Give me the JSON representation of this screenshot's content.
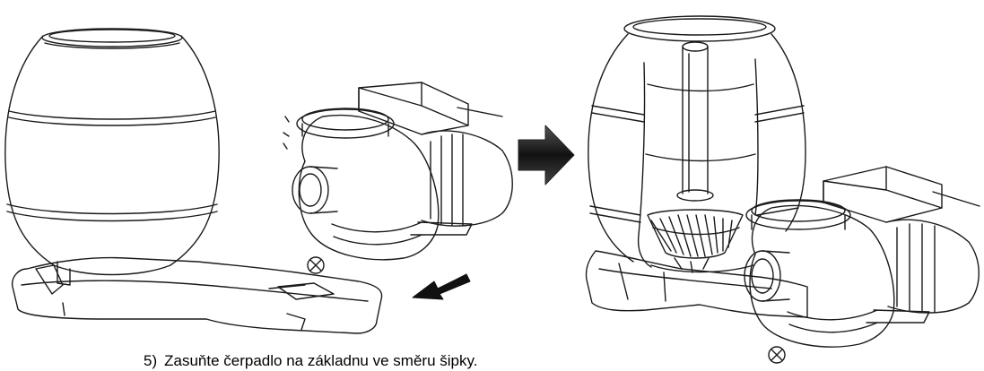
{
  "step": {
    "number": "5)",
    "text": "Zasuňte čerpadlo na základnu ve směru šipky."
  },
  "icons": {
    "left_illustration": "filter-tank-and-pump-illustration",
    "transition_arrow": "right-arrow-icon",
    "direction_arrow": "down-left-arrow-icon",
    "right_illustration": "assembled-filter-cutaway-illustration"
  },
  "colors": {
    "line": "#1a1a1a",
    "arrow_fill": "#2b2b2b",
    "background": "#ffffff"
  }
}
